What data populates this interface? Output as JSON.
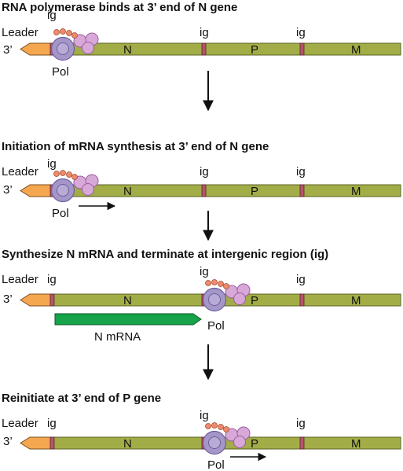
{
  "colors": {
    "template": "#a2ad47",
    "template_stroke": "#5b6120",
    "leader": "#f5a750",
    "ig_marker": "#b5546a",
    "mrna": "#16a34a",
    "polymerase_core": "#a596c8",
    "polymerase_lobe": "#d8a9d8",
    "cap_dot": "#ef8a6d"
  },
  "labels": {
    "leader": "Leader",
    "three_prime": "3’",
    "ig": "ig",
    "pol": "Pol",
    "gene_n": "N",
    "gene_p": "P",
    "gene_m": "M",
    "n_mrna": "N mRNA"
  },
  "steps": [
    {
      "title": "RNA polymerase binds at 3’ end of N gene"
    },
    {
      "title": "Initiation of mRNA synthesis at 3’ end of N gene"
    },
    {
      "title": "Synthesize N mRNA and terminate at intergenic region (ig)"
    },
    {
      "title": "Reinitiate at 3’ end of P gene"
    }
  ]
}
